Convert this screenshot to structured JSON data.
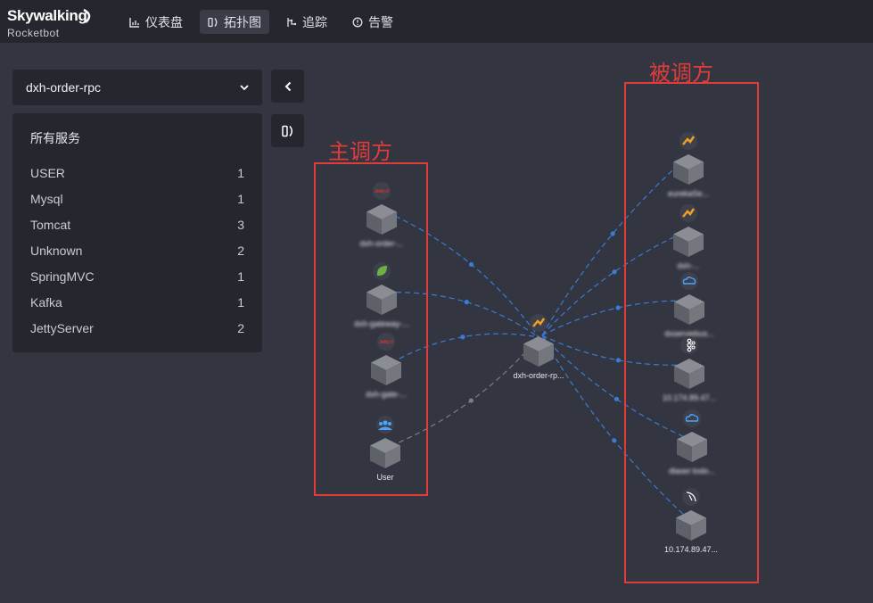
{
  "app": {
    "logo_main": "Skywalking",
    "logo_sub": "Rocketbot"
  },
  "nav": [
    {
      "label": "仪表盘",
      "icon": "dashboard-icon"
    },
    {
      "label": "拓扑图",
      "icon": "topology-icon",
      "active": true
    },
    {
      "label": "追踪",
      "icon": "trace-icon"
    },
    {
      "label": "告警",
      "icon": "alarm-icon"
    }
  ],
  "service_select": {
    "value": "dxh-order-rpc"
  },
  "services": {
    "title": "所有服务",
    "items": [
      {
        "name": "USER",
        "count": "1"
      },
      {
        "name": "Mysql",
        "count": "1"
      },
      {
        "name": "Tomcat",
        "count": "3"
      },
      {
        "name": "Unknown",
        "count": "2"
      },
      {
        "name": "SpringMVC",
        "count": "1"
      },
      {
        "name": "Kafka",
        "count": "1"
      },
      {
        "name": "JettyServer",
        "count": "2"
      }
    ]
  },
  "annotations": {
    "caller": "主调方",
    "callee": "被调方"
  },
  "topology": {
    "center": {
      "label": "dxh-order-rp...",
      "type": "tomcat"
    },
    "callers": [
      {
        "label": "dxh-order-...",
        "type": "jetty",
        "blurred": true
      },
      {
        "label": "dxh-gateway-...",
        "type": "spring",
        "blurred": true
      },
      {
        "label": "dxh-gate-...",
        "type": "jetty",
        "blurred": true
      },
      {
        "label": "User",
        "type": "user",
        "blurred": false
      }
    ],
    "callees": [
      {
        "label": "eurekaSe...",
        "type": "tomcat",
        "blurred": true
      },
      {
        "label": "dxh-...",
        "type": "tomcat",
        "blurred": true
      },
      {
        "label": "dxserviebus...",
        "type": "cloud",
        "blurred": true
      },
      {
        "label": "10.174.89.47...",
        "type": "kafka",
        "blurred": true
      },
      {
        "label": "dlaser:todo...",
        "type": "cloud",
        "blurred": true
      },
      {
        "label": "10.174.89.47...",
        "type": "mysql",
        "blurred": false
      }
    ],
    "colors": {
      "link": "#3a7bd5",
      "user_link": "#7a7d85",
      "node_top": "#8a8d94",
      "node_left": "#5e6168",
      "node_right": "#74777e"
    }
  }
}
